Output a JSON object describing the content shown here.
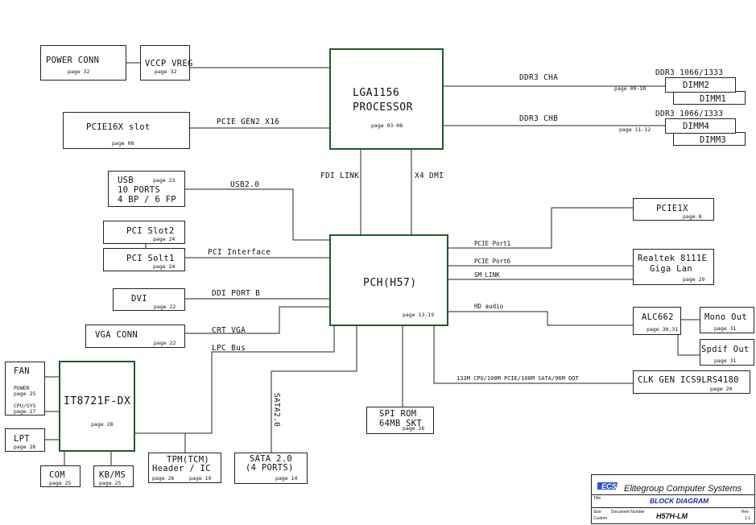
{
  "blocks": {
    "power_conn": {
      "title": "POWER  CONN",
      "page": "page 32"
    },
    "vccp_vreg": {
      "title": "VCCP VREG",
      "page": "page 32"
    },
    "cpu": {
      "line1": "LGA1156",
      "line2": "PROCESSOR",
      "page": "page 03-08"
    },
    "pcie16x": {
      "title": "PCIE16X slot",
      "page": "page 08"
    },
    "usb": {
      "title": "USB",
      "page": "page 23",
      "line2": "10 PORTS",
      "line3": "4 BP / 6 FP"
    },
    "pci_slot2": {
      "title": "PCI Slot2",
      "page": "page 24"
    },
    "pci_slot1": {
      "title": "PCI Solt1",
      "page": "page 24"
    },
    "dvi": {
      "title": "DVI",
      "page": "page 22"
    },
    "vga": {
      "title": "VGA CONN",
      "page": "page 22"
    },
    "pch": {
      "title": "PCH(H57)",
      "page": "page 13-19"
    },
    "dimm2": {
      "title": "DIMM2"
    },
    "dimm1": {
      "title": "DIMM1"
    },
    "dimm4": {
      "title": "DIMM4"
    },
    "dimm3": {
      "title": "DIMM3"
    },
    "pcie1x": {
      "title": "PCIE1X",
      "page": "page 8"
    },
    "realtek": {
      "line1": "Realtek 8111E",
      "line2": "Giga Lan",
      "page": "page 29"
    },
    "alc662": {
      "title": "ALC662",
      "page": "page 30,31"
    },
    "mono_out": {
      "title": "Mono Out",
      "page": "page 31"
    },
    "spdif_out": {
      "title": "Spdif Out",
      "page": "page 31"
    },
    "clk_gen": {
      "title": "CLK GEN ICS9LRS4180",
      "page": "page 20"
    },
    "fan": {
      "title": "FAN",
      "l1": "POWER",
      "p1": "page 25",
      "l2": "CPU/SYS",
      "p2": "page 27"
    },
    "lpt": {
      "title": "LPT",
      "page": "page 26"
    },
    "ite": {
      "title": "IT8721F-DX",
      "page": "page 28"
    },
    "com": {
      "title": "COM",
      "page": "page 25"
    },
    "kbms": {
      "title": "KB/MS",
      "page": "page 25"
    },
    "tpm": {
      "line1": "TPM(TCM)",
      "line2": "Header / IC",
      "page1": "page 26",
      "page2": "page 19"
    },
    "sata": {
      "line1": "SATA 2.0",
      "line2": "(4 PORTS)",
      "page": "page 14"
    },
    "spi": {
      "line1": "SPI ROM",
      "line2": "64MB SKT",
      "page": "page 26"
    }
  },
  "buses": {
    "ddr3_cha": "DDR3 CHA",
    "ddr3_chb": "DDR3 CHB",
    "ddr3_speed_a": "DDR3 1066/1333",
    "ddr3_speed_b": "DDR3 1066/1333",
    "cha_page": "page 09-10",
    "chb_page": "page 11-12",
    "pcie_gen2": "PCIE GEN2 X16",
    "fdi": "FDI LINK",
    "dmi": "X4 DMI",
    "usb2": "USB2.0",
    "pci_if": "PCI Interface",
    "ddi": "DDI PORT B",
    "crt": "CRT VGA",
    "lpc": "LPC Bus",
    "sata2": "SATA2.0",
    "pcie_port1": "PCIE Port1",
    "pcie_port6": "PCIE Port6",
    "sm_link": "SM LINK",
    "hd_audio": "HD audio",
    "clk_bus": "133M CPU/100M PCIE/100M SATA/96M DOT"
  },
  "title_block": {
    "company": "Elitegroup Computer Systems",
    "title": "BLOCK DIAGRAM",
    "doc_number": "H57H-LM",
    "label_title": "Title",
    "label_size": "Size",
    "label_custom": "Custom",
    "label_docnum": "Document Number",
    "label_rev": "Rev",
    "rev": "1.1"
  },
  "colors": {
    "cpu_pch_border": "#1f5a2a",
    "title_blue": "#1a27a8",
    "logo_blue": "#2a54c8"
  }
}
